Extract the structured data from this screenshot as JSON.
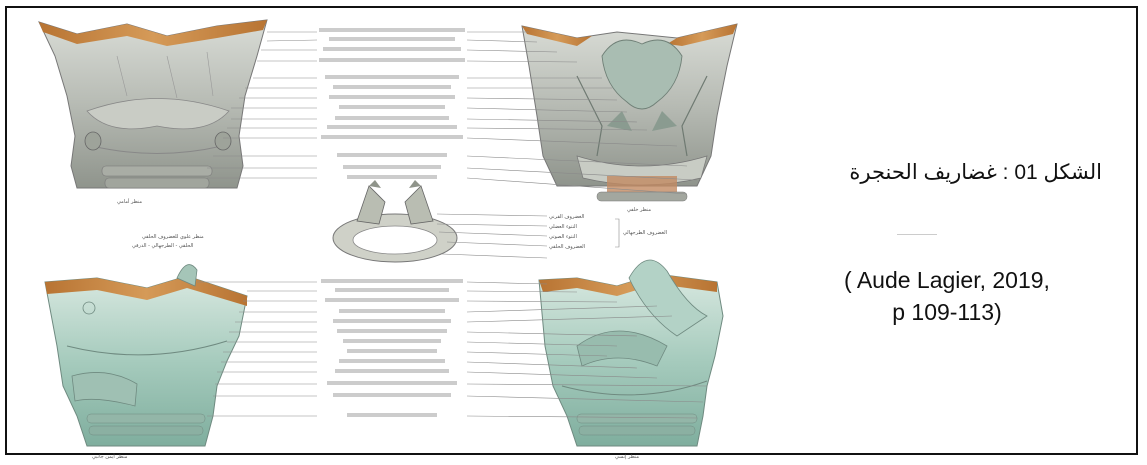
{
  "caption": {
    "title": "الشكل 01 : غضاريف الحنجرة",
    "citation_line1": "( Aude Lagier, 2019,",
    "citation_line2": "p 109-113)"
  },
  "figure": {
    "views": [
      "larynx-front-view",
      "larynx-back-view",
      "cricoid-arytenoid-view",
      "larynx-side-view",
      "larynx-medial-view"
    ],
    "colors": {
      "cartilage_gray": "#b9bdb6",
      "cartilage_teal": "#a9cdbf",
      "edge_orange": "#c7863f",
      "leader_line": "#8a8a8a"
    }
  }
}
